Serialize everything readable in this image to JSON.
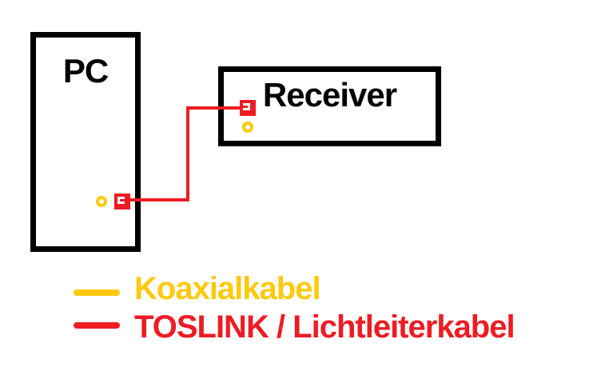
{
  "colors": {
    "coaxial_yellow": "#FFC90E",
    "toslink_red": "#ED1C24",
    "box_black": "#000000",
    "background": "#FFFFFF"
  },
  "nodes": {
    "pc": {
      "label": "PC"
    },
    "receiver": {
      "label": "Receiver"
    }
  },
  "connections": {
    "toslink_cable": {
      "from": "pc",
      "to": "receiver",
      "type": "TOSLINK / Lichtleiterkabel",
      "color": "#ED1C24"
    }
  },
  "legend": {
    "items": [
      {
        "label": "Koaxialkabel",
        "color": "#FFC90E"
      },
      {
        "label": "TOSLINK / Lichtleiterkabel",
        "color": "#ED1C24"
      }
    ]
  }
}
